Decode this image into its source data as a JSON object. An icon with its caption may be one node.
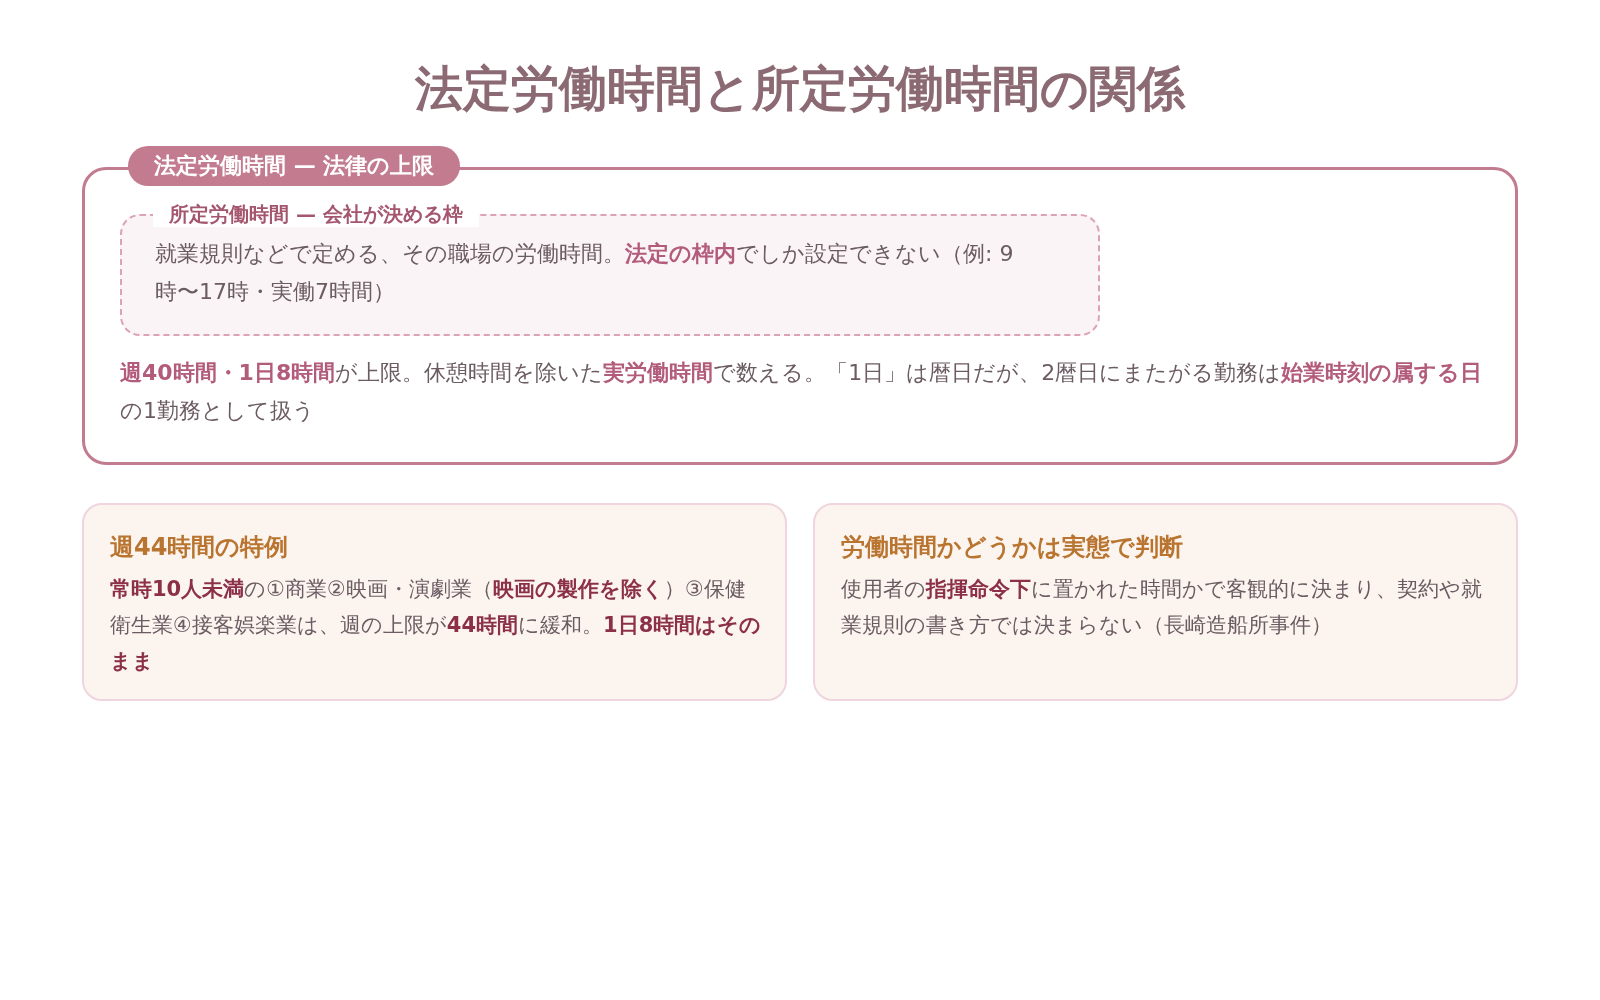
{
  "diagram": {
    "title": "法定労働時間と所定労働時間の関係",
    "nodes": [
      {
        "text": [
          "法定労働時間 — 法律の上限",
          "**週40時間・1日8時間**が上限。休憩時間を除いた**実労働時間**で数える。「1日」は暦日だが、2暦日にまたがる勤務は**始業時刻の属する日**の1勤務として扱う"
        ]
      },
      {
        "text": [
          "所定労働時間 — 会社が決める枠",
          "就業規則などで定める、その職場の労働時間。**法定の枠内**でしか設定できない（例: 9時〜17時・実働7時間）"
        ],
        "in": 0
      },
      {
        "text": [
          "週44時間の特例",
          "**常時10人未満**の①商業②映画・演劇業（**映画の製作を除く**）③保健衛生業④接客娯楽業は、週の上限が**44時間**に緩和。**1日8時間はそのまま**"
        ]
      },
      {
        "text": [
          "労働時間かどうかは実態で判断",
          "使用者の**指揮命令下**に置かれた時間かで客観的に決まり、契約や就業規則の書き方では決まらない（長崎造船所事件）"
        ]
      }
    ]
  }
}
